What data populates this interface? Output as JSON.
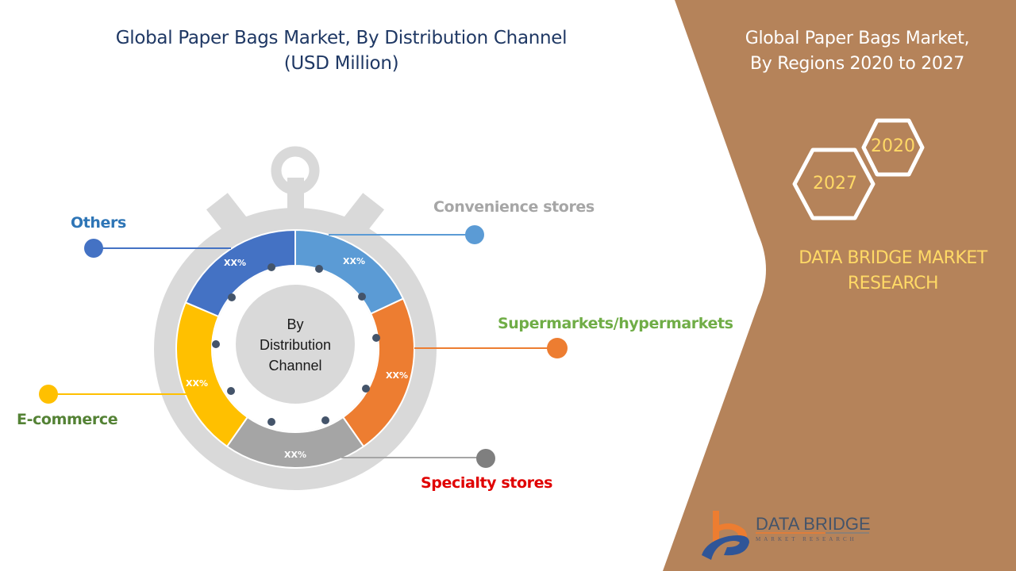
{
  "left_panel": {
    "title_line1": "Global Paper Bags  Market, By Distribution Channel",
    "title_line2": "(USD Million)"
  },
  "right_panel": {
    "title_line1": "Global Paper Bags  Market,",
    "title_line2": "By Regions 2020 to 2027",
    "hexagons": [
      {
        "label": "2020"
      },
      {
        "label": "2027"
      }
    ],
    "brand_line1": "DATA BRIDGE MARKET",
    "brand_line2": "RESEARCH",
    "logo_text": "DATA BRIDGE",
    "logo_subtext": "MARKET RESEARCH"
  },
  "diagram": {
    "center_label_line1": "By",
    "center_label_line2": "Distribution",
    "center_label_line3": "Channel",
    "segments": [
      {
        "name": "Convenience stores",
        "value_label": "XX%",
        "color": "#5b9bd5",
        "label_color": "#a6a6a6"
      },
      {
        "name": "Supermarkets/hypermarkets",
        "value_label": "XX%",
        "color": "#ed7d31",
        "label_color": "#70ad47"
      },
      {
        "name": "Specialty stores",
        "value_label": "XX%",
        "color": "#a5a5a5",
        "label_color": "#e00000"
      },
      {
        "name": "E-commerce",
        "value_label": "XX%",
        "color": "#ffc000",
        "label_color": "#548235"
      },
      {
        "name": "Others",
        "value_label": "XX%",
        "color": "#4472c4",
        "label_color": "#2e75b6"
      }
    ]
  },
  "colors": {
    "panel_brown": "#b5835a",
    "title_navy": "#1f3864",
    "stopwatch_gray": "#d9d9d9",
    "dot_navy": "#44546a",
    "brand_yellow": "#ffd966"
  }
}
